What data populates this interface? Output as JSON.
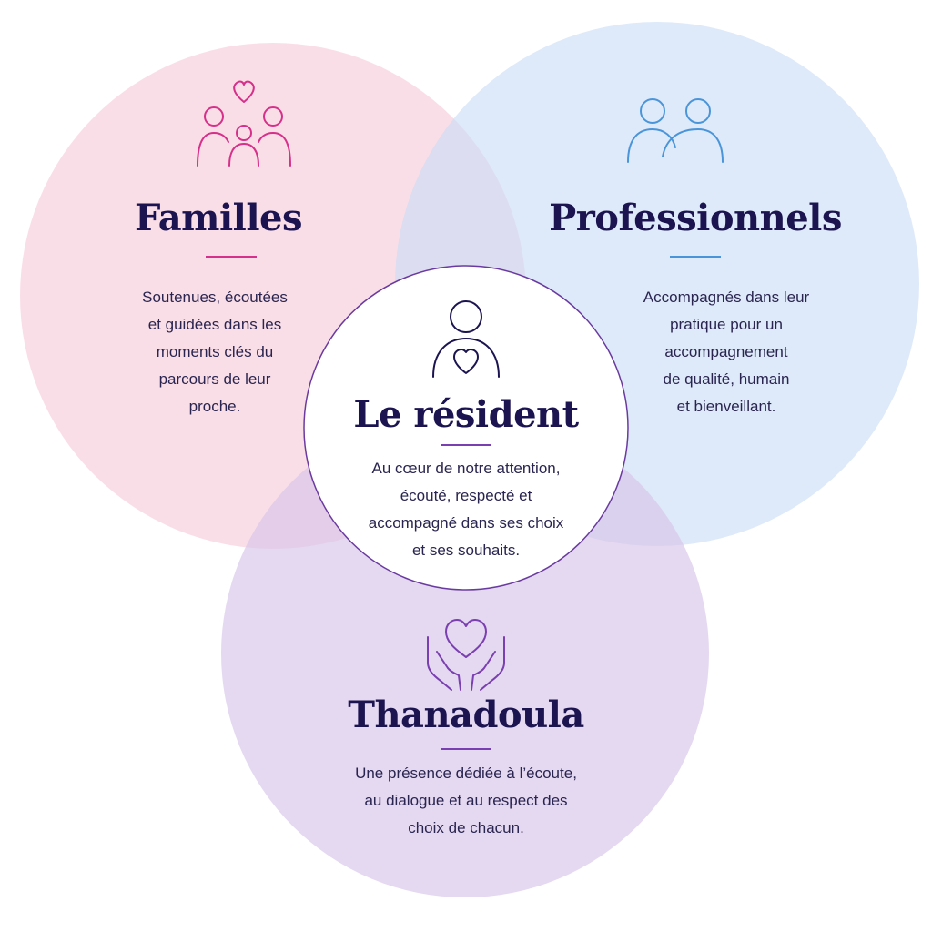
{
  "colors": {
    "familles": "#d6308a",
    "professionnels": "#4a95d9",
    "resident": "#1b1450",
    "thanadoula": "#7a3fb0",
    "familles_fill": "#f7c9d8",
    "professionnels_fill": "#c9ddf5",
    "thanadoula_fill": "#d9c6ea",
    "resident_border": "#6a3aa0"
  },
  "familles": {
    "title": "Familles",
    "text": "Soutenues, écoutées\net guidées dans les\nmoments clés du\nparcours de leur\nproche.",
    "icon": "family-heart-icon"
  },
  "professionnels": {
    "title": "Professionnels",
    "text": "Accompagnés dans leur\npratique pour un\naccompagnement\nde qualité, humain\net bienveillant.",
    "icon": "two-people-icon"
  },
  "resident": {
    "title": "Le résident",
    "text": "Au cœur de notre attention,\nécouté, respecté et\naccompagné dans ses choix\net ses souhaits.",
    "icon": "person-heart-icon"
  },
  "thanadoula": {
    "title": "Thanadoula",
    "text": "Une présence dédiée à l’écoute,\nau dialogue et au respect des\nchoix de chacun.",
    "icon": "hands-heart-icon"
  }
}
